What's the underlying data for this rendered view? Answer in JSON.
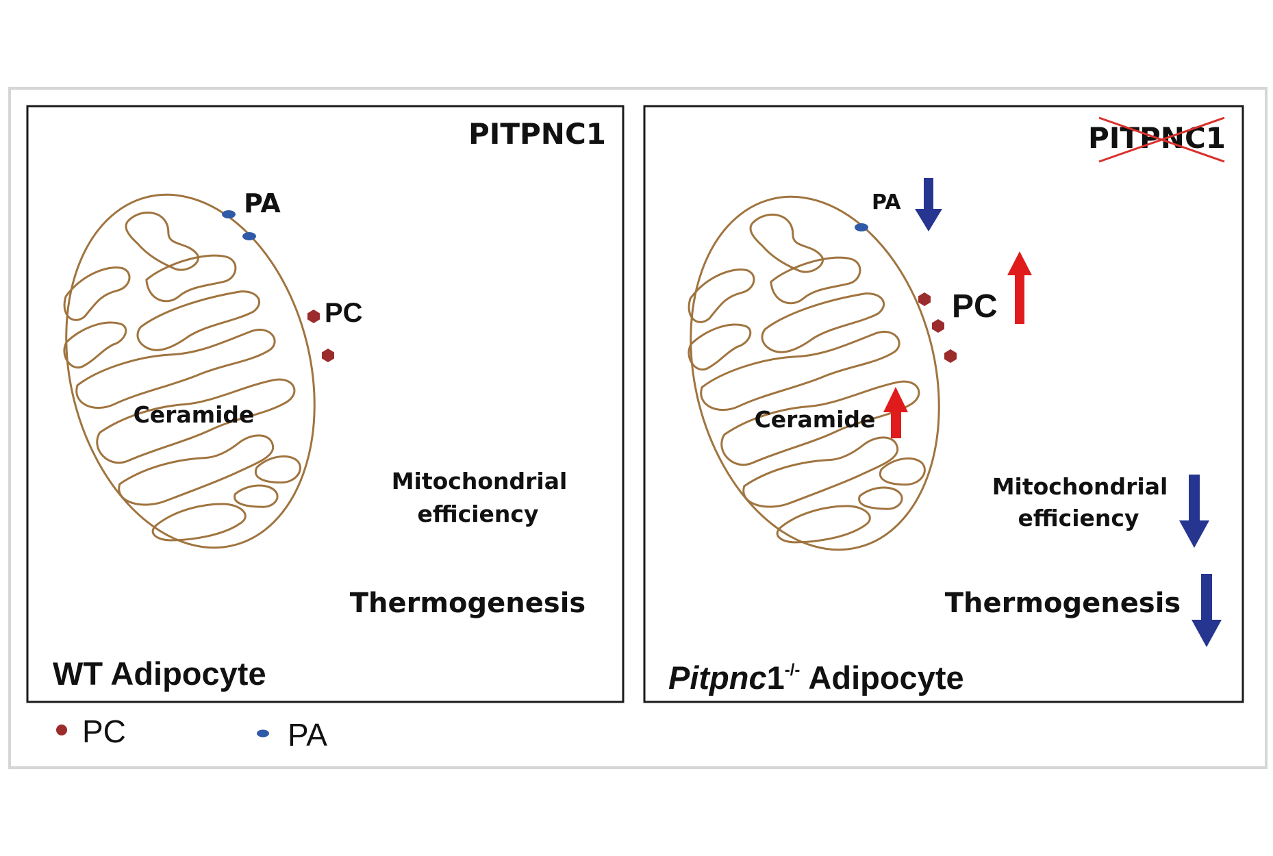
{
  "colors": {
    "pc_marker": "#9c2b2b",
    "pa_marker": "#2f5aa8",
    "increase_arrow": "#e01b1b",
    "decrease_arrow": "#26358f",
    "mitochondrion_outline": "#a0743f",
    "strike": "#d9302c"
  },
  "wt_panel": {
    "protein": "PITPNC1",
    "pa_label": "PA",
    "pc_label": "PC",
    "ceramide_label": "Ceramide",
    "mito_line1": "Mitochondrial",
    "mito_line2": "efficiency",
    "thermogenesis_label": "Thermogenesis",
    "panel_title": "WT Adipocyte"
  },
  "ko_panel": {
    "protein": "PITPNC1",
    "protein_struck": true,
    "pa_label": "PA",
    "pa_change": "decrease",
    "pc_label": "PC",
    "pc_change": "increase",
    "ceramide_label": "Ceramide",
    "ceramide_change": "increase",
    "mito_line1": "Mitochondrial",
    "mito_line2": "efficiency",
    "mito_change": "decrease",
    "thermogenesis_label": "Thermogenesis",
    "thermogenesis_change": "decrease",
    "title_gene": "Pitpnc",
    "title_gene_number": "1",
    "title_superscript": "-/-",
    "title_cell": "Adipocyte"
  },
  "legend": {
    "pc_label": "PC",
    "pa_label": "PA"
  }
}
